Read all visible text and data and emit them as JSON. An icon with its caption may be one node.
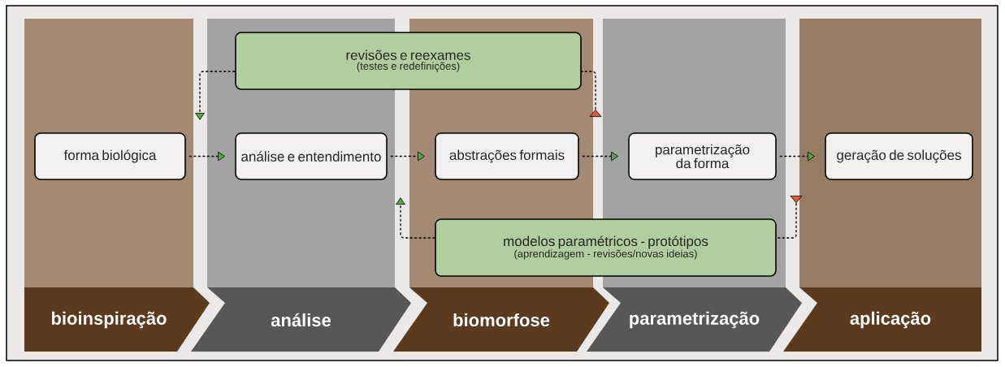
{
  "diagram": {
    "nodes": [
      {
        "text": [
          "revisões e reexames",
          "(testes e redefinições)"
        ]
      },
      {
        "text": [
          "forma biológica"
        ]
      },
      {
        "text": [
          "análise e entendimento"
        ]
      },
      {
        "text": [
          "abstrações formais"
        ]
      },
      {
        "text": [
          "parametrização da forma"
        ]
      },
      {
        "text": [
          "geração de soluções"
        ]
      },
      {
        "text": [
          "modelos paramétricos - protótipos",
          "(aprendizagem - revisões/novas ideias)"
        ]
      },
      {
        "text": [
          "bioinspiração"
        ]
      },
      {
        "text": [
          "análise"
        ]
      },
      {
        "text": [
          "biomorfose"
        ]
      },
      {
        "text": [
          "parametrização"
        ]
      },
      {
        "text": [
          "aplicação"
        ]
      },
      {
        "text": [],
        "shape": "triangle"
      },
      {
        "text": [],
        "shape": "triangle"
      }
    ],
    "edges": [
      {
        "from": 0,
        "to": null,
        "arrow": "to",
        "style": "dashed"
      },
      {
        "from": 12,
        "to": 0,
        "arrow": "none",
        "style": "dashed"
      },
      {
        "from": 1,
        "to": 2,
        "arrow": "to",
        "style": "dashed"
      },
      {
        "from": 2,
        "to": 3,
        "arrow": "to",
        "style": "dashed"
      },
      {
        "from": 3,
        "to": 4,
        "arrow": "to",
        "style": "dashed"
      },
      {
        "from": 4,
        "to": 5,
        "arrow": "to",
        "style": "dashed"
      },
      {
        "from": 6,
        "to": null,
        "arrow": "to",
        "style": "dashed"
      },
      {
        "from": 13,
        "to": 6,
        "arrow": "none",
        "style": "dashed"
      }
    ]
  }
}
